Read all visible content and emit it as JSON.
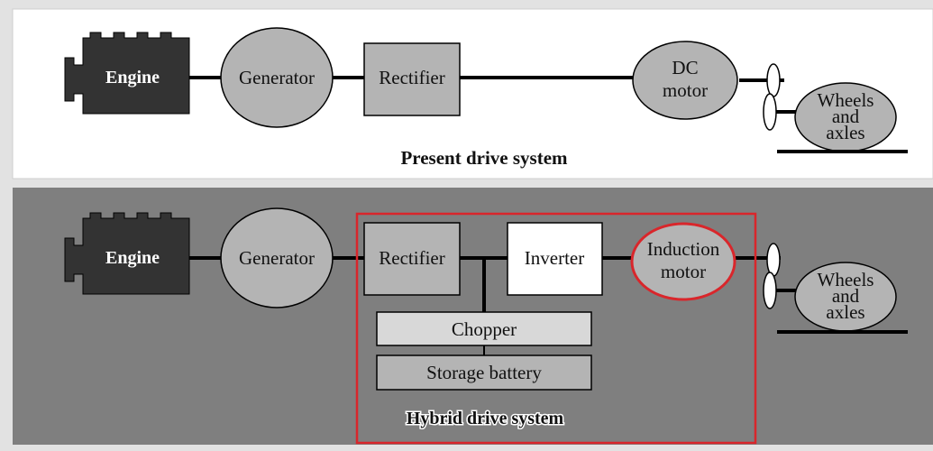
{
  "present": {
    "engine": "Engine",
    "generator": "Generator",
    "rectifier": "Rectifier",
    "dc_motor_line1": "DC",
    "dc_motor_line2": "motor",
    "wheels_line1": "Wheels",
    "wheels_line2": "and",
    "wheels_line3": "axles",
    "caption": "Present drive system"
  },
  "hybrid": {
    "engine": "Engine",
    "generator": "Generator",
    "rectifier": "Rectifier",
    "inverter": "Inverter",
    "induction_line1": "Induction",
    "induction_line2": "motor",
    "chopper": "Chopper",
    "battery": "Storage battery",
    "wheels_line1": "Wheels",
    "wheels_line2": "and",
    "wheels_line3": "axles",
    "caption": "Hybrid drive system"
  },
  "colors": {
    "present_panel": "#ffffff",
    "hybrid_panel": "#7f7f7f",
    "engine": "#333333",
    "component_gray": "#b4b4b4",
    "inverter": "#ffffff",
    "chopper": "#d8d8d8",
    "highlight_red": "#d9262b"
  }
}
